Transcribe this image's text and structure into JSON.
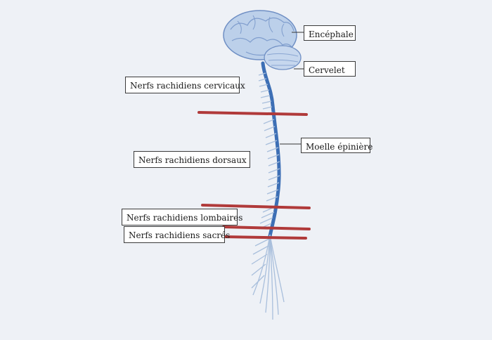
{
  "labels": {
    "encephale": "Encéphale",
    "cervelet": "Cervelet",
    "cervicaux": "Nerfs rachidiens cervicaux",
    "moelle": "Moelle épinière",
    "dorsaux": "Nerfs rachidiens dorsaux",
    "lombaires": "Nerfs rachidiens lombaires",
    "sacres": "Nerfs rachidiens sacrés"
  },
  "colors": {
    "background": "#eef1f6",
    "nerve_blue": "#3d6fb5",
    "nerve_light": "#a9bfdc",
    "divider_red": "#b03a3a"
  }
}
